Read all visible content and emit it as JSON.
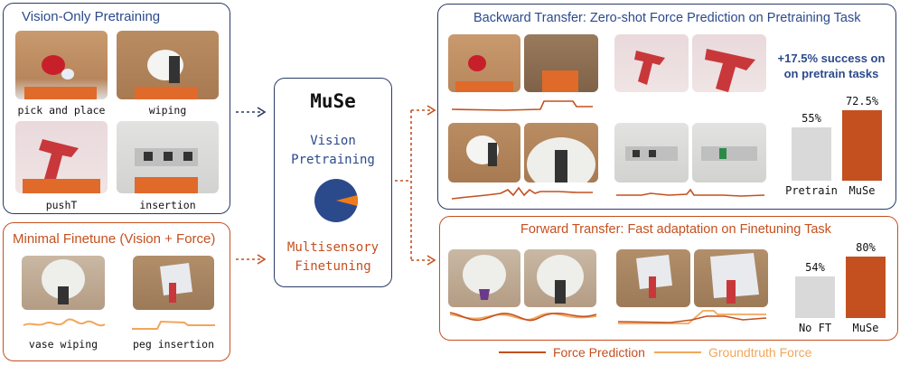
{
  "vision_only": {
    "title": "Vision-Only Pretraining",
    "tasks": [
      "pick and place",
      "wiping",
      "pushT",
      "insertion"
    ]
  },
  "minimal_finetune": {
    "title": "Minimal Finetune (Vision + Force)",
    "tasks": [
      "vase wiping",
      "peg insertion"
    ]
  },
  "muse_box": {
    "name": "MuSe",
    "stage1": "Vision\nPretraining",
    "stage2": "Multisensory\nFinetuning",
    "pie_fraction_orange": 0.08
  },
  "backward": {
    "title": "Backward Transfer: Zero-shot Force Prediction on Pretraining Task",
    "highlight": "+17.5% success on\non pretrain tasks",
    "chart_data": {
      "type": "bar",
      "categories": [
        "Pretrain",
        "MuSe"
      ],
      "values": [
        55,
        72.5
      ],
      "value_labels": [
        "55%",
        "72.5%"
      ],
      "ylim": [
        0,
        100
      ],
      "colors": [
        "#d9d9d9",
        "#c4501f"
      ]
    }
  },
  "forward": {
    "title": "Forward Transfer: Fast adaptation on Finetuning Task",
    "chart_data": {
      "type": "bar",
      "categories": [
        "No FT",
        "MuSe"
      ],
      "values": [
        54,
        80
      ],
      "value_labels": [
        "54%",
        "80%"
      ],
      "ylim": [
        0,
        100
      ],
      "colors": [
        "#d9d9d9",
        "#c4501f"
      ]
    }
  },
  "legend": {
    "items": [
      {
        "label": "Force Prediction",
        "color": "#c4501f"
      },
      {
        "label": "Groundtruth Force",
        "color": "#f2a65a"
      }
    ]
  }
}
